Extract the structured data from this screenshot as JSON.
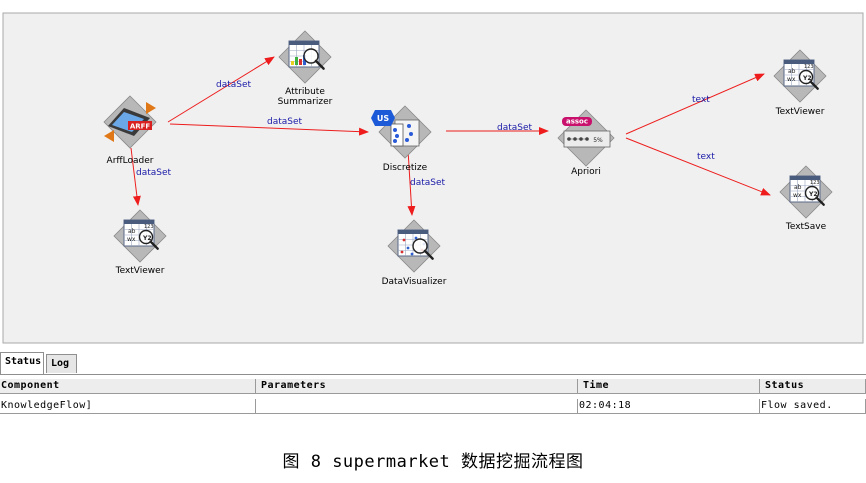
{
  "nodes": [
    {
      "id": "arff-loader",
      "label_lines": [
        "ArffLoader"
      ],
      "icon": "arff-loader-icon",
      "badge": "ARFF"
    },
    {
      "id": "attribute-summarizer",
      "label_lines": [
        "Attribute",
        "Summarizer"
      ],
      "icon": "attribute-summarizer-icon",
      "badge": ""
    },
    {
      "id": "discretize",
      "label_lines": [
        "Discretize"
      ],
      "icon": "discretize-filter-icon",
      "badge": "US"
    },
    {
      "id": "apriori",
      "label_lines": [
        "Apriori"
      ],
      "icon": "apriori-associator-icon",
      "badge": "assoc"
    },
    {
      "id": "text-viewer-left",
      "label_lines": [
        "TextViewer"
      ],
      "icon": "text-viewer-icon",
      "badge": ""
    },
    {
      "id": "data-visualizer",
      "label_lines": [
        "DataVisualizer"
      ],
      "icon": "data-visualizer-icon",
      "badge": ""
    },
    {
      "id": "text-viewer-right",
      "label_lines": [
        "TextViewer"
      ],
      "icon": "text-viewer-icon",
      "badge": ""
    },
    {
      "id": "text-save",
      "label_lines": [
        "TextSave"
      ],
      "icon": "text-save-icon",
      "badge": ""
    }
  ],
  "edges": [
    {
      "from": "arff-loader",
      "to": "attribute-summarizer",
      "label": "dataSet"
    },
    {
      "from": "arff-loader",
      "to": "discretize",
      "label": "dataSet"
    },
    {
      "from": "arff-loader",
      "to": "text-viewer-left",
      "label": "dataSet"
    },
    {
      "from": "discretize",
      "to": "apriori",
      "label": "dataSet"
    },
    {
      "from": "discretize",
      "to": "data-visualizer",
      "label": "dataSet"
    },
    {
      "from": "apriori",
      "to": "text-viewer-right",
      "label": "text"
    },
    {
      "from": "apriori",
      "to": "text-save",
      "label": "text"
    }
  ],
  "colors": {
    "edge": "#ee1c1c",
    "edge_label": "#1a1aa8",
    "canvas_bg": "#f0f0f0"
  },
  "tabs": [
    {
      "label": "Status",
      "active": true
    },
    {
      "label": "Log",
      "active": false
    }
  ],
  "status_table": {
    "headers": [
      "Component",
      "Parameters",
      "Time",
      "Status"
    ],
    "rows": [
      [
        "KnowledgeFlow]",
        "",
        "02:04:18",
        "Flow saved."
      ]
    ]
  },
  "caption": "图 8 supermarket 数据挖掘流程图"
}
